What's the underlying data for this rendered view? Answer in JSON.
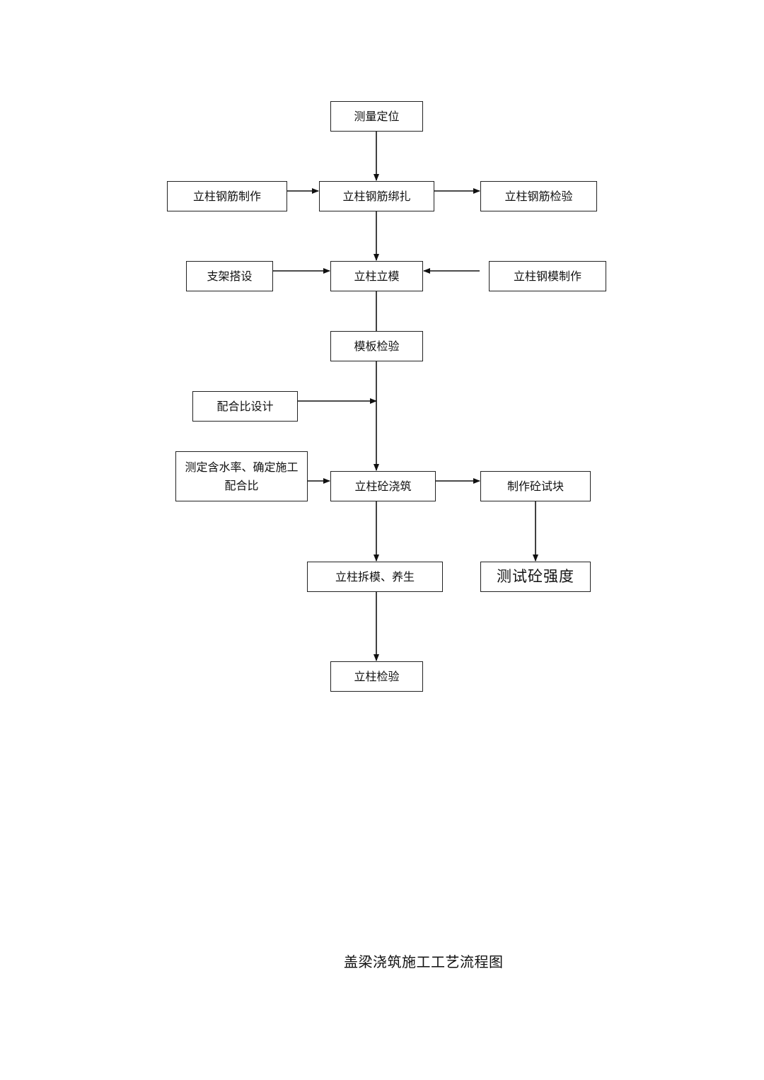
{
  "flowchart": {
    "caption": "盖梁浇筑施工工艺流程图",
    "nodes": {
      "survey": "测量定位",
      "rebar_make": "立柱钢筋制作",
      "rebar_tie": "立柱钢筋绑扎",
      "rebar_inspect": "立柱钢筋检验",
      "support": "支架搭设",
      "formwork": "立柱立模",
      "steel_mold": "立柱钢模制作",
      "form_inspect": "模板检验",
      "mix_design": "配合比设计",
      "moisture": "测定含水率、确定施工\n配合比",
      "pour": "立柱砼浇筑",
      "specimen": "制作砼试块",
      "strip_cure": "立柱拆模、养生",
      "strength": "测试砼强度",
      "column_inspect": "立柱检验"
    }
  }
}
